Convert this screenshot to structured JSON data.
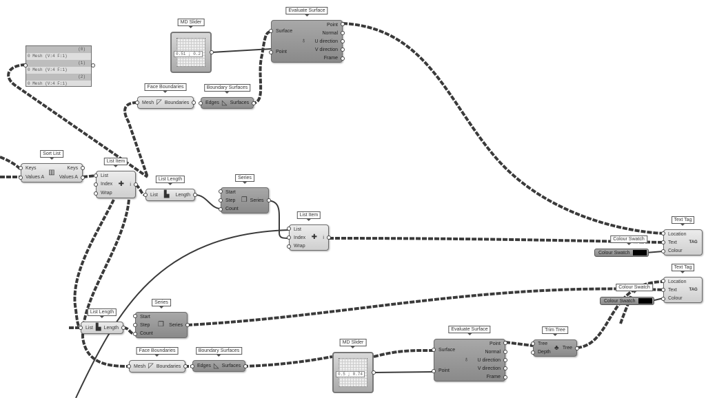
{
  "panel": {
    "rows": [
      {
        "path": "(0)",
        "value": "0 Mesh (V:4  F:1)"
      },
      {
        "path": "(1)",
        "value": "0 Mesh (V:4  F:1)"
      },
      {
        "path": "(2)",
        "value": "0 Mesh (V:4  F:1)"
      }
    ]
  },
  "sliders": [
    {
      "id": "md1",
      "title": "MD Slider",
      "value": "0.51 ; 0.2"
    },
    {
      "id": "md2",
      "title": "MD Slider",
      "value": "0.5 ; 0.74"
    }
  ],
  "swatches": [
    {
      "id": "cs1",
      "title": "Colour Swatch",
      "label": "Colour Swatch",
      "color": "#000000"
    },
    {
      "id": "cs2",
      "title": "Colour Swatch",
      "label": "Colour Swatch",
      "color": "#000000"
    }
  ],
  "components": [
    {
      "id": "eval1",
      "title": "Evaluate Surface",
      "inputs": [
        "Surface",
        "Point"
      ],
      "outputs": [
        "Point",
        "Normal",
        "U direction",
        "V direction",
        "Frame"
      ],
      "icon": "evaluate-surface-icon",
      "glyph": "♁",
      "dark": true
    },
    {
      "id": "fb1",
      "title": "Face Boundaries",
      "inputs": [
        "Mesh"
      ],
      "outputs": [
        "Boundaries"
      ],
      "icon": "face-boundaries-icon",
      "glyph": "◸",
      "dark": false
    },
    {
      "id": "bs1",
      "title": "Boundary Surfaces",
      "inputs": [
        "Edges"
      ],
      "outputs": [
        "Surfaces"
      ],
      "icon": "boundary-surfaces-icon",
      "glyph": "◺",
      "dark": true
    },
    {
      "id": "sort",
      "title": "Sort List",
      "inputs": [
        "Keys",
        "Values A"
      ],
      "outputs": [
        "Keys",
        "Values A"
      ],
      "icon": "sort-list-icon",
      "glyph": "▥",
      "dark": false
    },
    {
      "id": "li1",
      "title": "List Item",
      "inputs": [
        "List",
        "Index",
        "Wrap"
      ],
      "outputs": [
        "i"
      ],
      "icon": "list-item-icon",
      "glyph": "✚",
      "dark": false
    },
    {
      "id": "ll1",
      "title": "List Length",
      "inputs": [
        "List"
      ],
      "outputs": [
        "Length"
      ],
      "icon": "list-length-icon",
      "glyph": "▙",
      "dark": false
    },
    {
      "id": "ser1",
      "title": "Series",
      "inputs": [
        "Start",
        "Step",
        "Count"
      ],
      "outputs": [
        "Series"
      ],
      "icon": "series-icon",
      "glyph": "❐",
      "dark": true
    },
    {
      "id": "li2",
      "title": "List Item",
      "inputs": [
        "List",
        "Index",
        "Wrap"
      ],
      "outputs": [
        "i"
      ],
      "icon": "list-item-icon",
      "glyph": "✚",
      "dark": false
    },
    {
      "id": "tt1",
      "title": "Text Tag",
      "inputs": [
        "Location",
        "Text",
        "Colour"
      ],
      "outputs": [],
      "icon": "text-tag-icon",
      "glyph": "TAG",
      "dark": false
    },
    {
      "id": "tt2",
      "title": "Text Tag",
      "inputs": [
        "Location",
        "Text",
        "Colour"
      ],
      "outputs": [],
      "icon": "text-tag-icon",
      "glyph": "TAG",
      "dark": false
    },
    {
      "id": "ll2",
      "title": "List Length",
      "inputs": [
        "List"
      ],
      "outputs": [
        "Length"
      ],
      "icon": "list-length-icon",
      "glyph": "▙",
      "dark": false
    },
    {
      "id": "ser2",
      "title": "Series",
      "inputs": [
        "Start",
        "Step",
        "Count"
      ],
      "outputs": [
        "Series"
      ],
      "icon": "series-icon",
      "glyph": "❐",
      "dark": true
    },
    {
      "id": "fb2",
      "title": "Face Boundaries",
      "inputs": [
        "Mesh"
      ],
      "outputs": [
        "Boundaries"
      ],
      "icon": "face-boundaries-icon",
      "glyph": "◸",
      "dark": false
    },
    {
      "id": "bs2",
      "title": "Boundary Surfaces",
      "inputs": [
        "Edges"
      ],
      "outputs": [
        "Surfaces"
      ],
      "icon": "boundary-surfaces-icon",
      "glyph": "◺",
      "dark": true
    },
    {
      "id": "eval2",
      "title": "Evaluate Surface",
      "inputs": [
        "Surface",
        "Point"
      ],
      "outputs": [
        "Point",
        "Normal",
        "U direction",
        "V direction",
        "Frame"
      ],
      "icon": "evaluate-surface-icon",
      "glyph": "♁",
      "dark": true
    },
    {
      "id": "trim",
      "title": "Trim Tree",
      "inputs": [
        "Tree",
        "Depth"
      ],
      "outputs": [
        "Tree"
      ],
      "icon": "trim-tree-icon",
      "glyph": "♣",
      "dark": true
    }
  ]
}
